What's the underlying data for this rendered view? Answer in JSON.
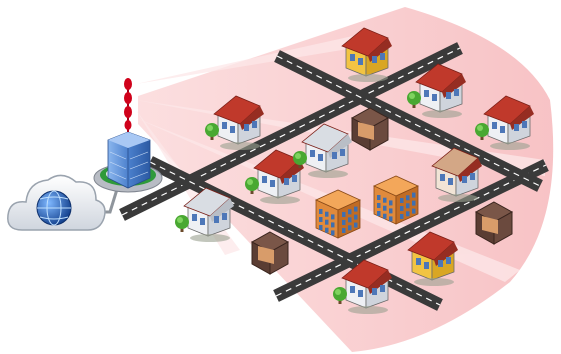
{
  "diagram": {
    "nodes": [
      {
        "id": "internet-cloud",
        "kind": "cloud",
        "icon": "globe-icon"
      },
      {
        "id": "base-station-tower",
        "kind": "tower-building",
        "icon": "radio-antenna-icon"
      },
      {
        "id": "house-1",
        "kind": "house-yellow"
      },
      {
        "id": "house-2",
        "kind": "house-red-roof"
      },
      {
        "id": "house-3",
        "kind": "house-red-roof"
      },
      {
        "id": "house-4",
        "kind": "house-red-roof"
      },
      {
        "id": "house-5",
        "kind": "house-red-roof"
      },
      {
        "id": "house-6",
        "kind": "house-white"
      },
      {
        "id": "house-7",
        "kind": "house-white"
      },
      {
        "id": "house-8",
        "kind": "house-cottage"
      },
      {
        "id": "house-9",
        "kind": "house-yellow"
      },
      {
        "id": "house-10",
        "kind": "house-red-roof"
      },
      {
        "id": "box-building-1",
        "kind": "box-building"
      },
      {
        "id": "box-building-2",
        "kind": "box-building"
      },
      {
        "id": "box-building-3",
        "kind": "box-building"
      },
      {
        "id": "box-building-4",
        "kind": "box-building"
      },
      {
        "id": "apartment-1",
        "kind": "apartment-orange"
      },
      {
        "id": "apartment-2",
        "kind": "apartment-orange"
      }
    ],
    "colors": {
      "coverage": "#f8c6c8",
      "coverage_edge": "#f29ea3",
      "road": "#3c3c3c",
      "road_marking": "#ffffff",
      "cloud": "#e6e9ee",
      "globe": "#1e5fb8",
      "tower": "#5b8fd6",
      "antenna": "#d0021b",
      "roof_red": "#c0392b",
      "wall_white": "#eef0f4",
      "wall_yellow": "#f2c443",
      "wall_orange": "#e08a3c",
      "box_dark": "#5a3d33",
      "tree": "#49a832"
    }
  }
}
